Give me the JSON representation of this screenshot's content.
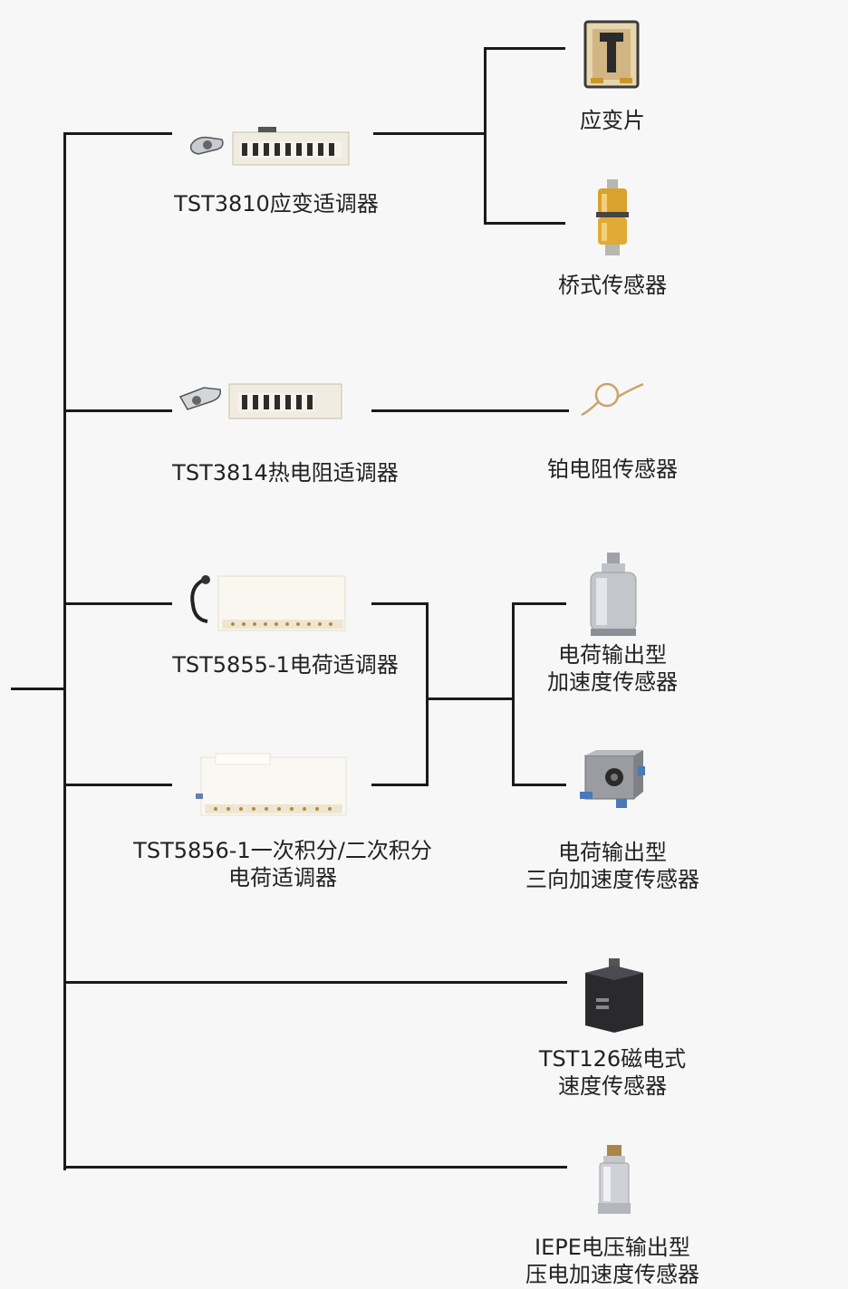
{
  "adapters": [
    {
      "id": "tst3810",
      "label_lines": [
        "TST3810应变适调器"
      ],
      "icon": "strain-adapter-module-icon"
    },
    {
      "id": "tst3814",
      "label_lines": [
        "TST3814热电阻适调器"
      ],
      "icon": "rtd-adapter-module-icon"
    },
    {
      "id": "tst5855",
      "label_lines": [
        "TST5855-1电荷适调器"
      ],
      "icon": "charge-adapter-module-icon"
    },
    {
      "id": "tst5856",
      "label_lines": [
        "TST5856-1一次积分/二次积分",
        "电荷适调器"
      ],
      "icon": "integrating-charge-adapter-module-icon"
    }
  ],
  "sensors": [
    {
      "id": "strain-gauge",
      "label_lines": [
        "应变片"
      ],
      "icon": "strain-gauge-icon"
    },
    {
      "id": "bridge-sensor",
      "label_lines": [
        "桥式传感器"
      ],
      "icon": "bridge-sensor-icon"
    },
    {
      "id": "platinum-rtd",
      "label_lines": [
        "铂电阻传感器"
      ],
      "icon": "platinum-rtd-probe-icon"
    },
    {
      "id": "charge-accel",
      "label_lines": [
        "电荷输出型",
        "加速度传感器"
      ],
      "icon": "charge-accelerometer-icon"
    },
    {
      "id": "charge-triaxial",
      "label_lines": [
        "电荷输出型",
        "三向加速度传感器"
      ],
      "icon": "triaxial-accelerometer-icon"
    },
    {
      "id": "tst126",
      "label_lines": [
        "TST126磁电式",
        "速度传感器"
      ],
      "icon": "magnetoelectric-velocity-sensor-icon"
    },
    {
      "id": "iepe",
      "label_lines": [
        "IEPE电压输出型",
        "压电加速度传感器"
      ],
      "icon": "iepe-accelerometer-icon"
    }
  ],
  "colors": {
    "line": "#1a1a1a",
    "background": "#f7f7f7",
    "text": "#222222",
    "gold": "#c9962b",
    "metal": "#b9bcc2"
  }
}
